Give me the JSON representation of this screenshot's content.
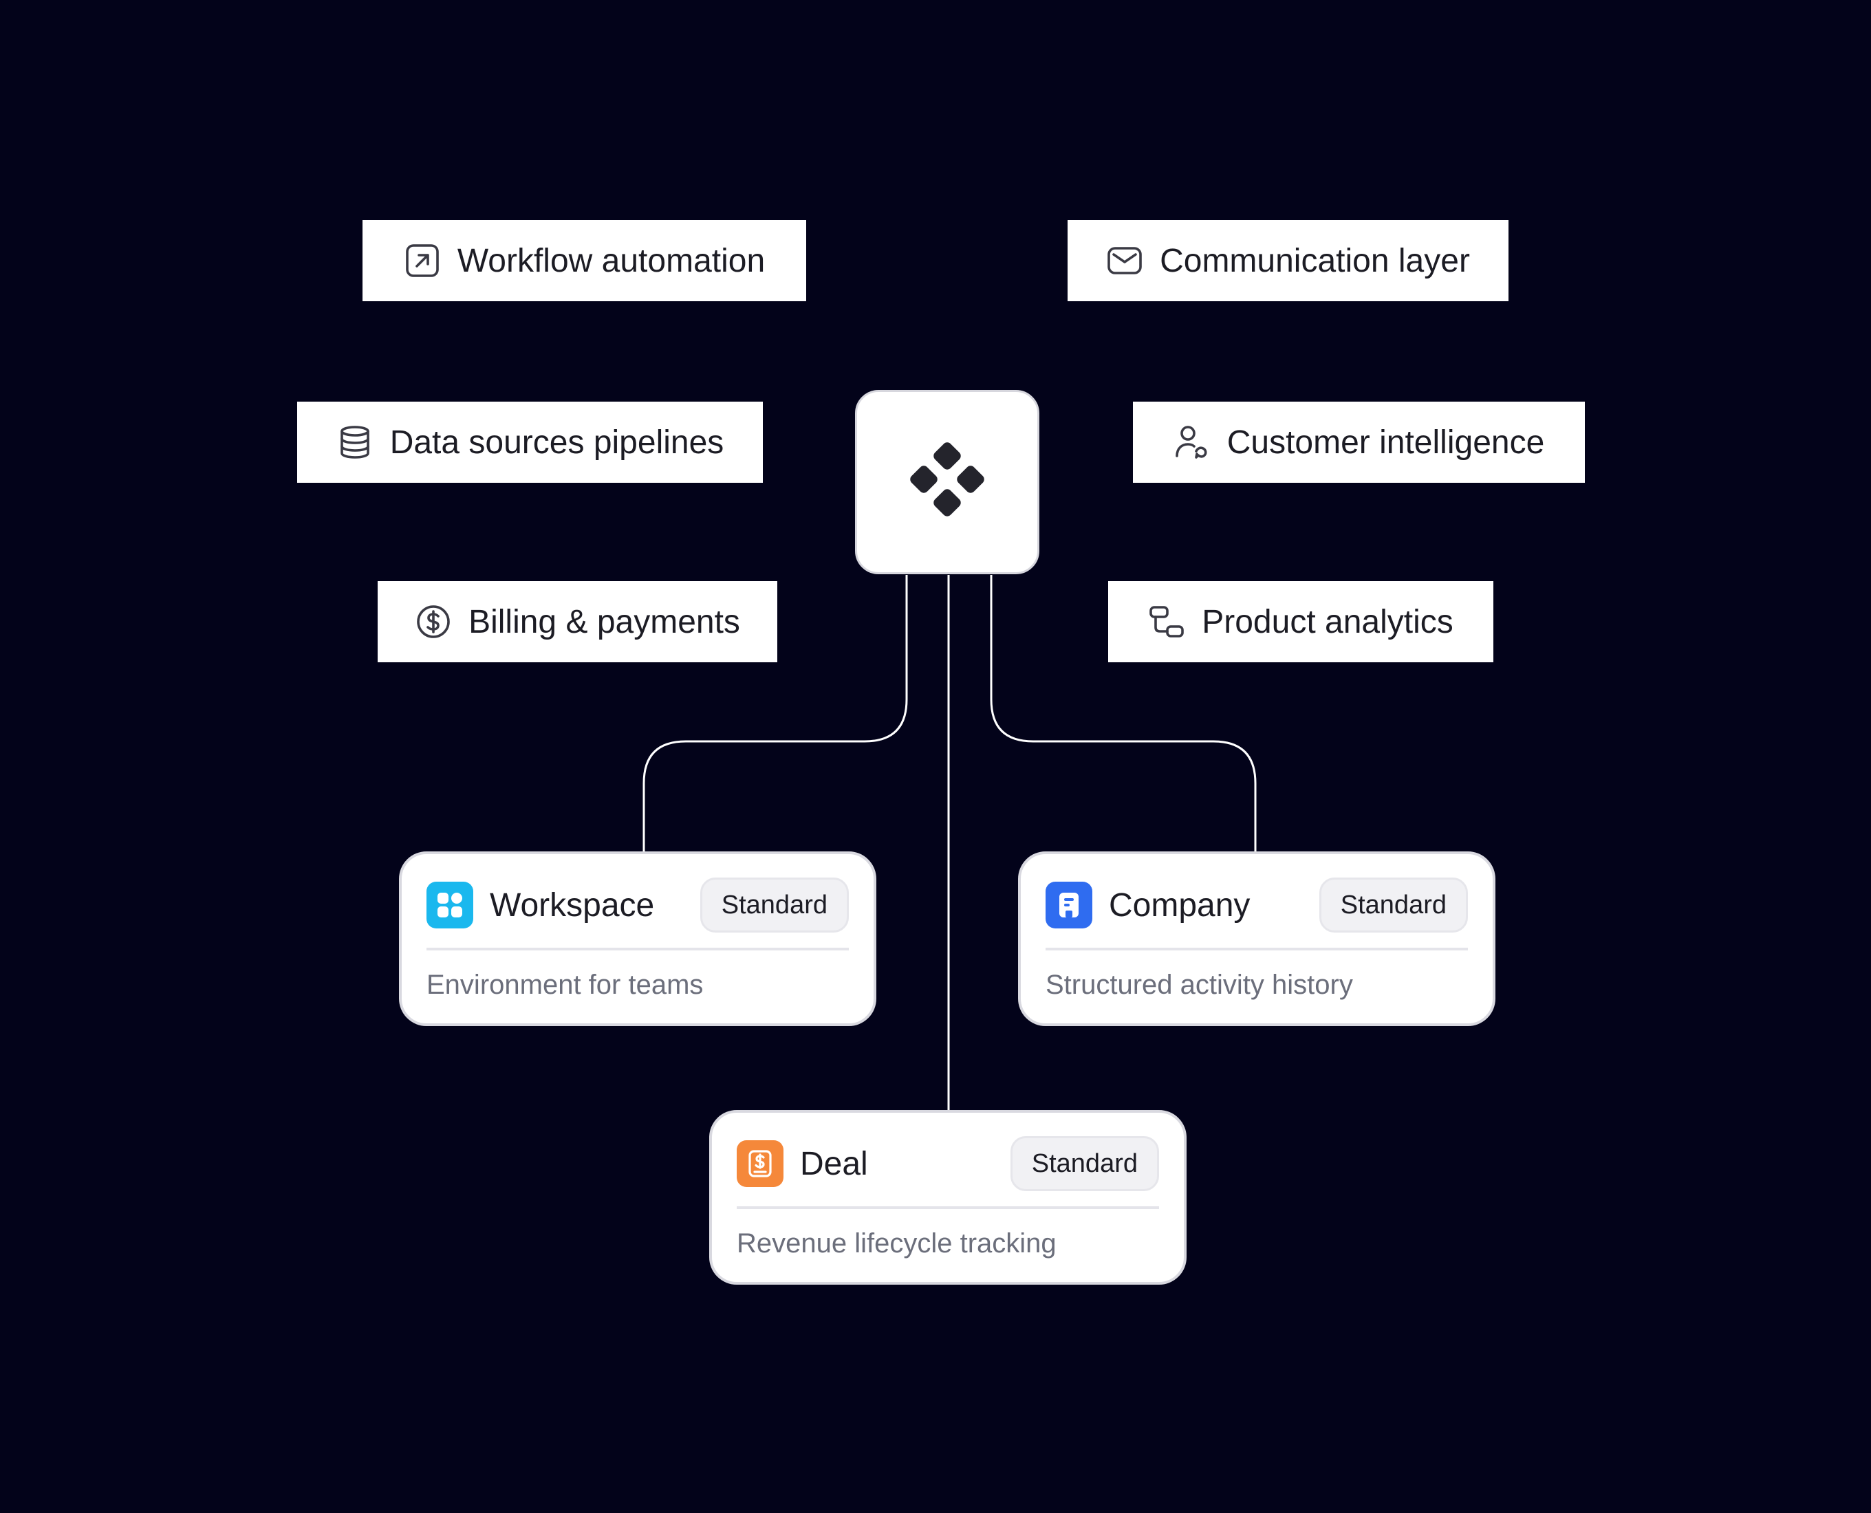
{
  "features": {
    "workflow": {
      "label": "Workflow automation",
      "icon": "arrow-up-right-square-icon"
    },
    "communication": {
      "label": "Communication layer",
      "icon": "envelope-icon"
    },
    "data_sources": {
      "label": "Data sources pipelines",
      "icon": "database-icon"
    },
    "customer": {
      "label": "Customer intelligence",
      "icon": "user-contact-icon"
    },
    "billing": {
      "label": "Billing & payments",
      "icon": "dollar-circle-icon"
    },
    "analytics": {
      "label": "Product analytics",
      "icon": "analytics-flow-icon"
    }
  },
  "hub": {
    "icon": "four-diamond-logo-icon"
  },
  "objects": {
    "workspace": {
      "title": "Workspace",
      "badge": "Standard",
      "description": "Environment for teams",
      "icon": "workspace-grid-icon",
      "color": "#1ab8ee"
    },
    "company": {
      "title": "Company",
      "badge": "Standard",
      "description": "Structured activity history",
      "icon": "company-building-icon",
      "color": "#2f6cf0"
    },
    "deal": {
      "title": "Deal",
      "badge": "Standard",
      "description": "Revenue lifecycle tracking",
      "icon": "deal-dollar-icon",
      "color": "#f5883a"
    }
  },
  "colors": {
    "background": "#03031a",
    "panel": "#ffffff",
    "connector": "#ffffff"
  }
}
